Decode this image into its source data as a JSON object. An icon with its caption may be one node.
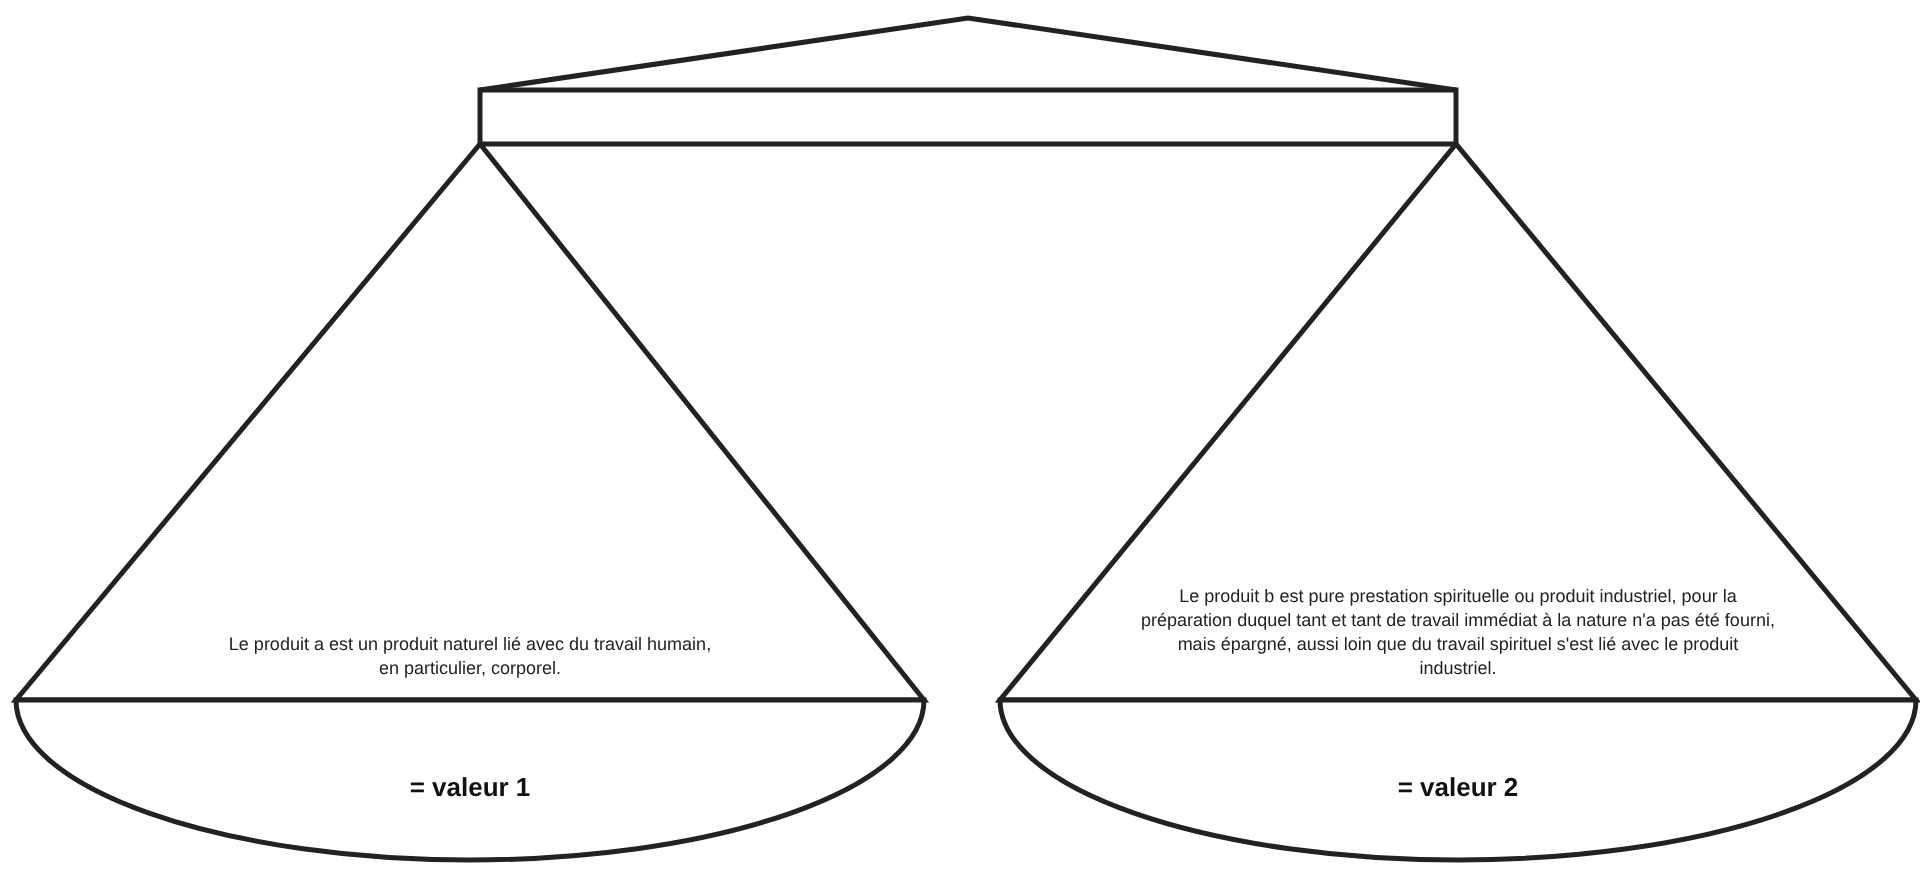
{
  "diagram": {
    "nodes": [
      {
        "text": [
          "Le produit a est un produit naturel lié avec du travail humain, en particulier, corporel."
        ]
      },
      {
        "text": [
          "= valeur 1"
        ]
      },
      {
        "text": [
          "Le produit b est pure prestation spirituelle ou produit industriel, pour la préparation duquel tant et tant de travail immédiat à la nature n'a pas été fourni, mais épargné, aussi loin que du travail spirituel s'est lié avec le produit industriel."
        ]
      },
      {
        "text": [
          "= valeur 2"
        ]
      }
    ]
  }
}
